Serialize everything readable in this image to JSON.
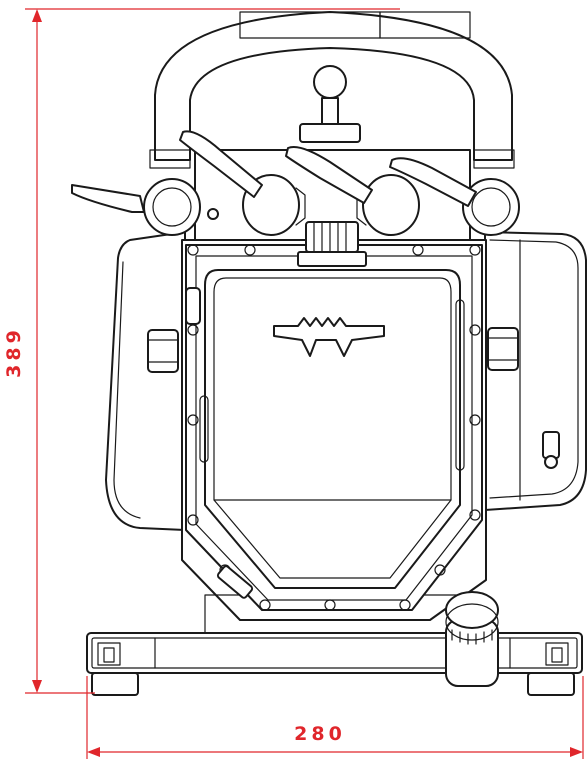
{
  "dimensions": {
    "height_label": "389",
    "width_label": "280",
    "color": "#e0262b"
  },
  "drawing": {
    "line_color": "#1a1a1a",
    "subject": "pump-front-view"
  }
}
